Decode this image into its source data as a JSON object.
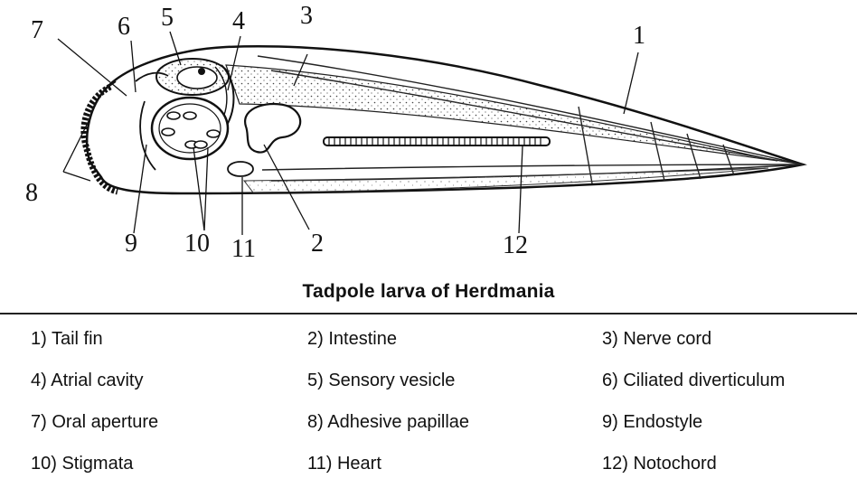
{
  "diagram": {
    "title": "Tadpole larva of Herdmania",
    "numbers": [
      "1",
      "2",
      "3",
      "4",
      "5",
      "6",
      "7",
      "8",
      "9",
      "10",
      "11",
      "12"
    ]
  },
  "legend": [
    [
      "1) Tail fin",
      "2) Intestine",
      "3) Nerve cord"
    ],
    [
      "4) Atrial cavity",
      "5) Sensory vesicle",
      "6) Ciliated diverticulum"
    ],
    [
      "7) Oral aperture",
      "8) Adhesive papillae",
      "9) Endostyle"
    ],
    [
      "10) Stigmata",
      "11) Heart",
      "12) Notochord"
    ]
  ]
}
